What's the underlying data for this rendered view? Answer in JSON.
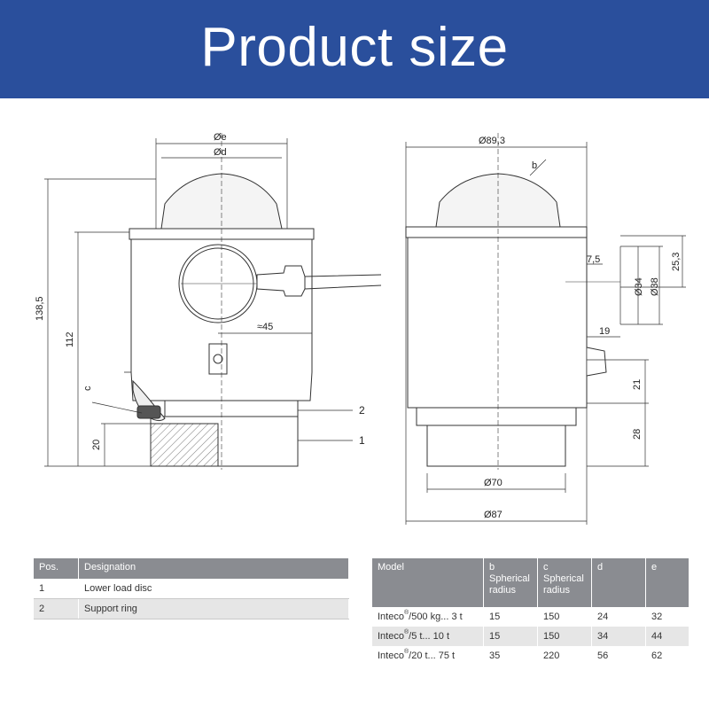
{
  "header": {
    "title": "Product size"
  },
  "drawing_left": {
    "dim_e": "Øe",
    "dim_d": "Ød",
    "dim_138": "138,5",
    "dim_112": "112",
    "dim_45": "≈45",
    "dim_c": "c",
    "dim_20": "20",
    "callout_2": "2",
    "callout_1": "1"
  },
  "drawing_right": {
    "dim_89": "Ø89,3",
    "dim_b": "b",
    "dim_7_5": "7,5",
    "dim_34": "Ø34",
    "dim_38": "Ø38",
    "dim_25_3": "25,3",
    "dim_19": "19",
    "dim_21": "21",
    "dim_28": "28",
    "dim_70": "Ø70",
    "dim_87": "Ø87"
  },
  "positions_table": {
    "headers": [
      "Pos.",
      "Designation"
    ],
    "rows": [
      [
        "1",
        "Lower load disc"
      ],
      [
        "2",
        "Support ring"
      ]
    ]
  },
  "models_table": {
    "headers": [
      "Model",
      "b\nSpherical\nradius",
      "c\nSpherical\nradius",
      "d",
      "e"
    ],
    "rows": [
      {
        "model": "Inteco",
        "reg": "®",
        "range": "/500 kg... 3 t",
        "b": "15",
        "c": "150",
        "d": "24",
        "e": "32"
      },
      {
        "model": "Inteco",
        "reg": "®",
        "range": "/5 t... 10 t",
        "b": "15",
        "c": "150",
        "d": "34",
        "e": "44"
      },
      {
        "model": "Inteco",
        "reg": "®",
        "range": "/20 t... 75 t",
        "b": "35",
        "c": "220",
        "d": "56",
        "e": "62"
      }
    ]
  },
  "colors": {
    "banner": "#2a4f9c",
    "table_header": "#8a8c91",
    "row_alt": "#e6e6e6"
  }
}
